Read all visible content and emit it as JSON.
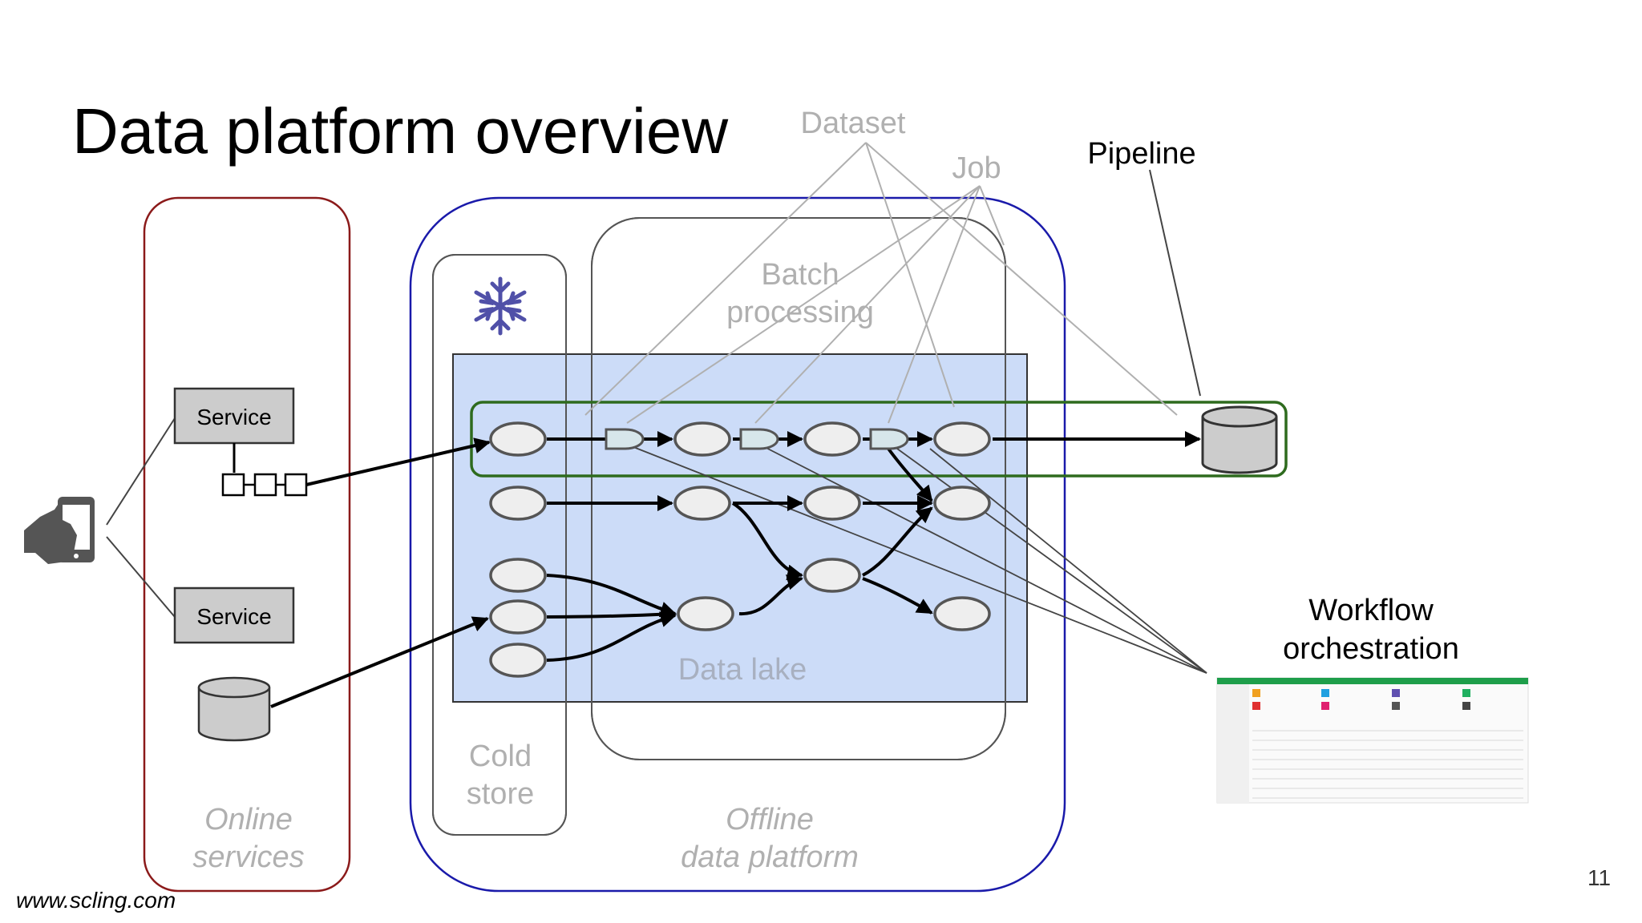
{
  "slide": {
    "title": "Data platform overview",
    "footer": "www.scling.com",
    "page_number": "11"
  },
  "labels": {
    "dataset": "Dataset",
    "job": "Job",
    "pipeline": "Pipeline",
    "batch_line1": "Batch",
    "batch_line2": "processing",
    "data_lake": "Data lake",
    "cold_line1": "Cold",
    "cold_line2": "store",
    "online_line1": "Online",
    "online_line2": "services",
    "offline_line1": "Offline",
    "offline_line2": "data platform",
    "workflow_line1": "Workflow",
    "workflow_line2": "orchestration",
    "service_top": "Service",
    "service_bottom": "Service"
  },
  "icons": {
    "device": "tablet-touch-icon",
    "cold": "snowflake-icon",
    "storage": "database-cylinder-icon",
    "workflow": "workflow-screenshot-icon"
  },
  "colors": {
    "online_border": "#8b1a1a",
    "offline_border": "#1a1aaa",
    "pipeline_border": "#2e6b1e",
    "data_lake_fill": "#c9daf8",
    "node_fill": "#eeeeee",
    "node_stroke": "#555555",
    "service_fill": "#cccccc",
    "muted_text": "#b0b0b0",
    "snowflake": "#5050a8"
  }
}
